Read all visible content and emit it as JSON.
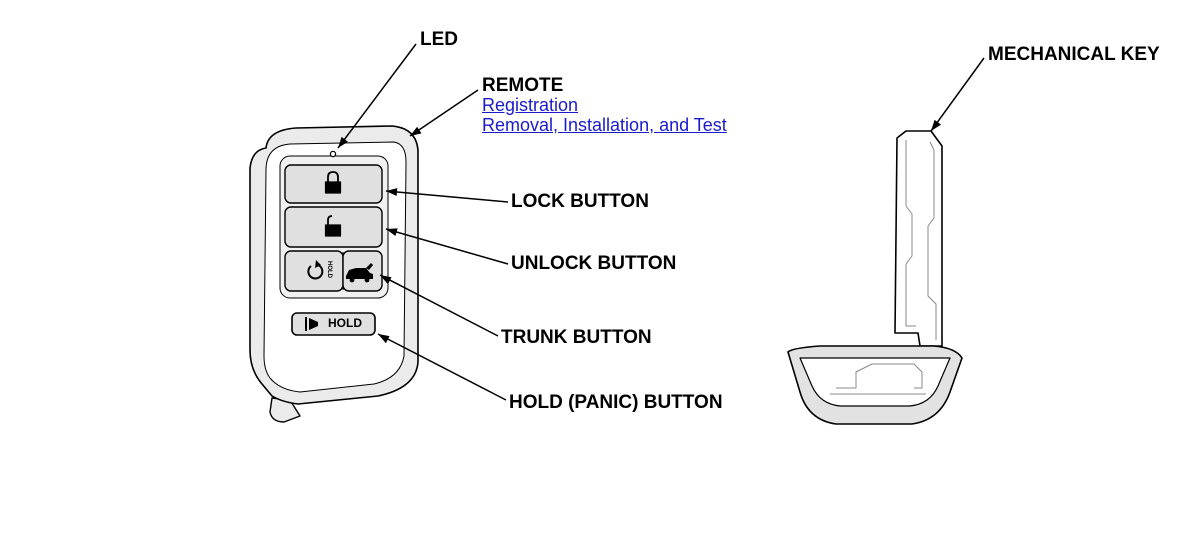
{
  "labels": {
    "led": "LED",
    "remote": "REMOTE",
    "lock_button": "LOCK BUTTON",
    "unlock_button": "UNLOCK BUTTON",
    "trunk_button": "TRUNK BUTTON",
    "hold_panic_button": "HOLD (PANIC) BUTTON",
    "mechanical_key": "MECHANICAL KEY"
  },
  "links": {
    "registration": "Registration",
    "removal_installation_test": "Removal, Installation, and Test"
  },
  "fob_markings": {
    "hold_button_text": "HOLD",
    "trunk_hold_text": "HOLD"
  },
  "colors": {
    "link": "#1a1acc",
    "line": "#000000",
    "fob_fill": "#ebebeb",
    "button_fill": "#e0e0e0"
  }
}
